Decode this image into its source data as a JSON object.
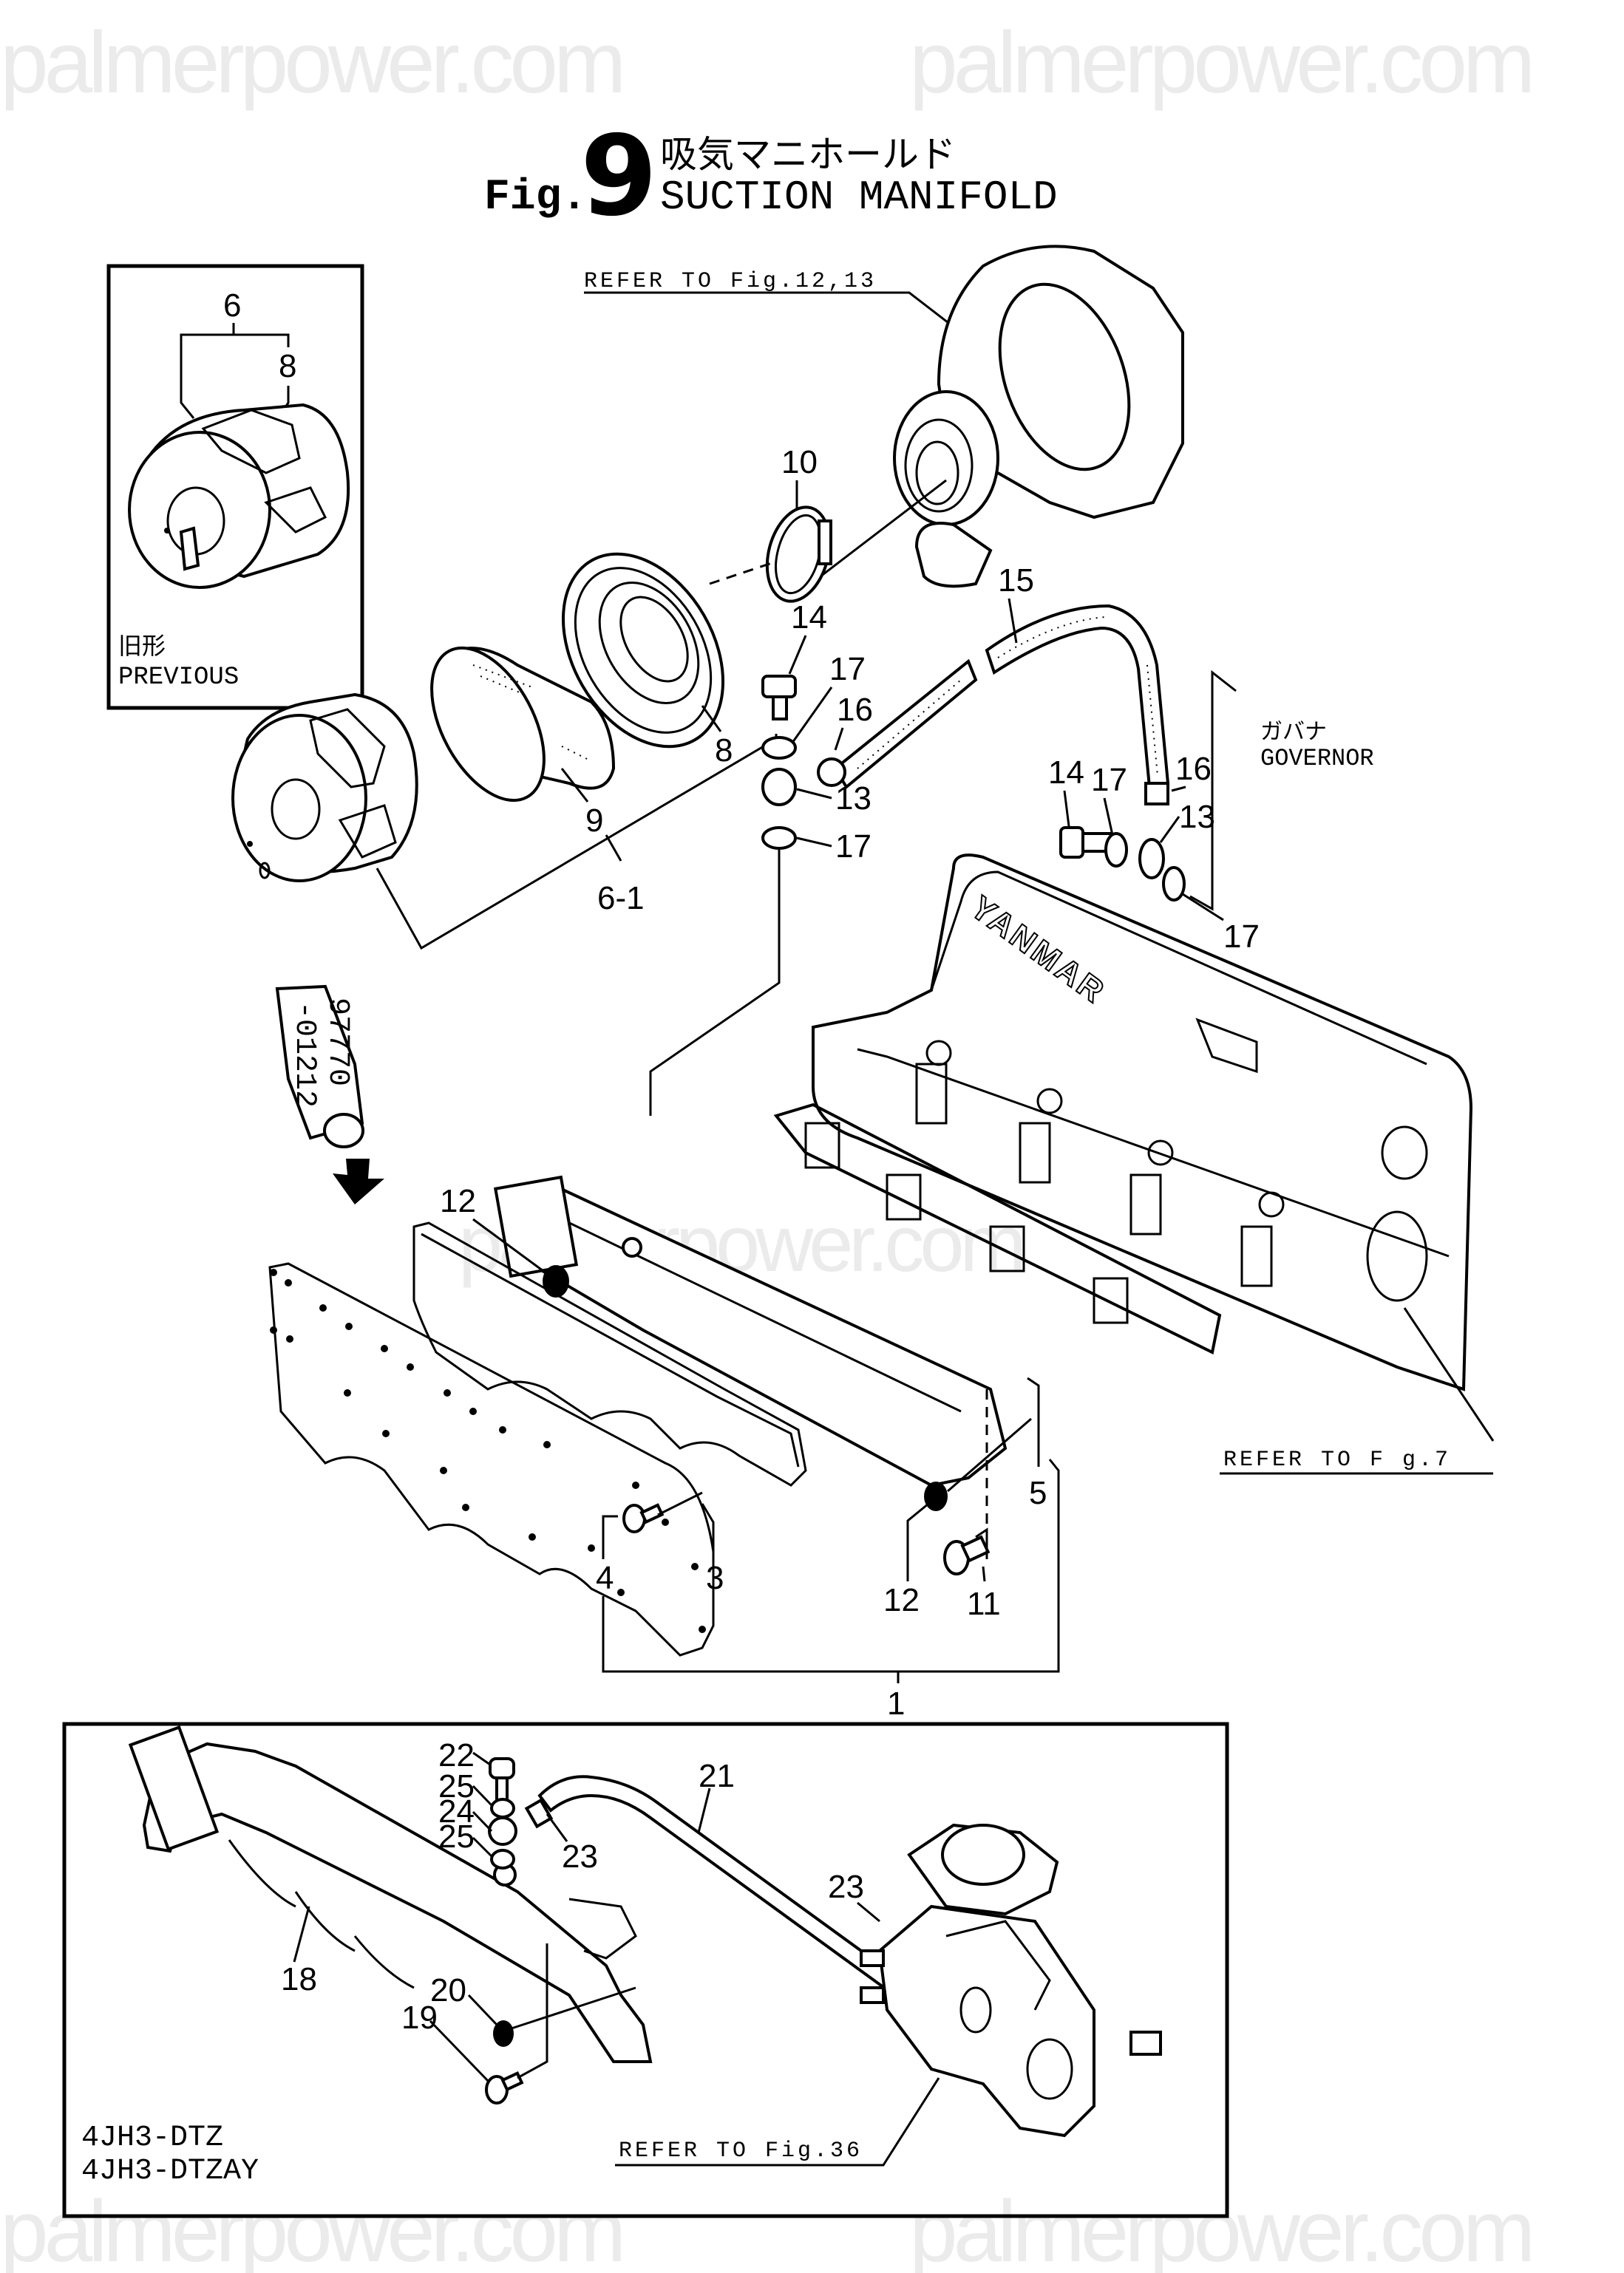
{
  "watermark": {
    "text": "palmerpower.com"
  },
  "title": {
    "fig_prefix": "Fig.",
    "fig_number": "9",
    "japanese": "吸気マニホールド",
    "english": "SUCTION MANIFOLD"
  },
  "inset_previous": {
    "japanese": "旧形",
    "english": "PREVIOUS",
    "labels": [
      "6",
      "8"
    ]
  },
  "references": {
    "turbo": "REFER TO Fig.12,13",
    "cylinder_head": "REFER TO F g.7",
    "injection_pump": "REFER TO Fig.36"
  },
  "governor": {
    "japanese": "ガバナ",
    "english": "GOVERNOR"
  },
  "sealant_tube": {
    "part_number_line1": "97770",
    "part_number_line2": "-01212"
  },
  "engine_brand": "YANMAR",
  "callouts": {
    "p1": "1",
    "p3": "3",
    "p4": "4",
    "p5": "5",
    "p6_1": "6-1",
    "p8": "8",
    "p9": "9",
    "p10": "10",
    "p11": "11",
    "p12a": "12",
    "p12b": "12",
    "p13a": "13",
    "p13b": "13",
    "p14a": "14",
    "p14b": "14",
    "p15": "15",
    "p16a": "16",
    "p16b": "16",
    "p17a": "17",
    "p17b": "17",
    "p17c": "17",
    "p17d": "17",
    "p18": "18",
    "p19": "19",
    "p20": "20",
    "p21": "21",
    "p22": "22",
    "p23a": "23",
    "p23b": "23",
    "p24": "24",
    "p25a": "25",
    "p25b": "25"
  },
  "inset_models": {
    "line1": "4JH3-DTZ",
    "line2": "4JH3-DTZAY"
  }
}
